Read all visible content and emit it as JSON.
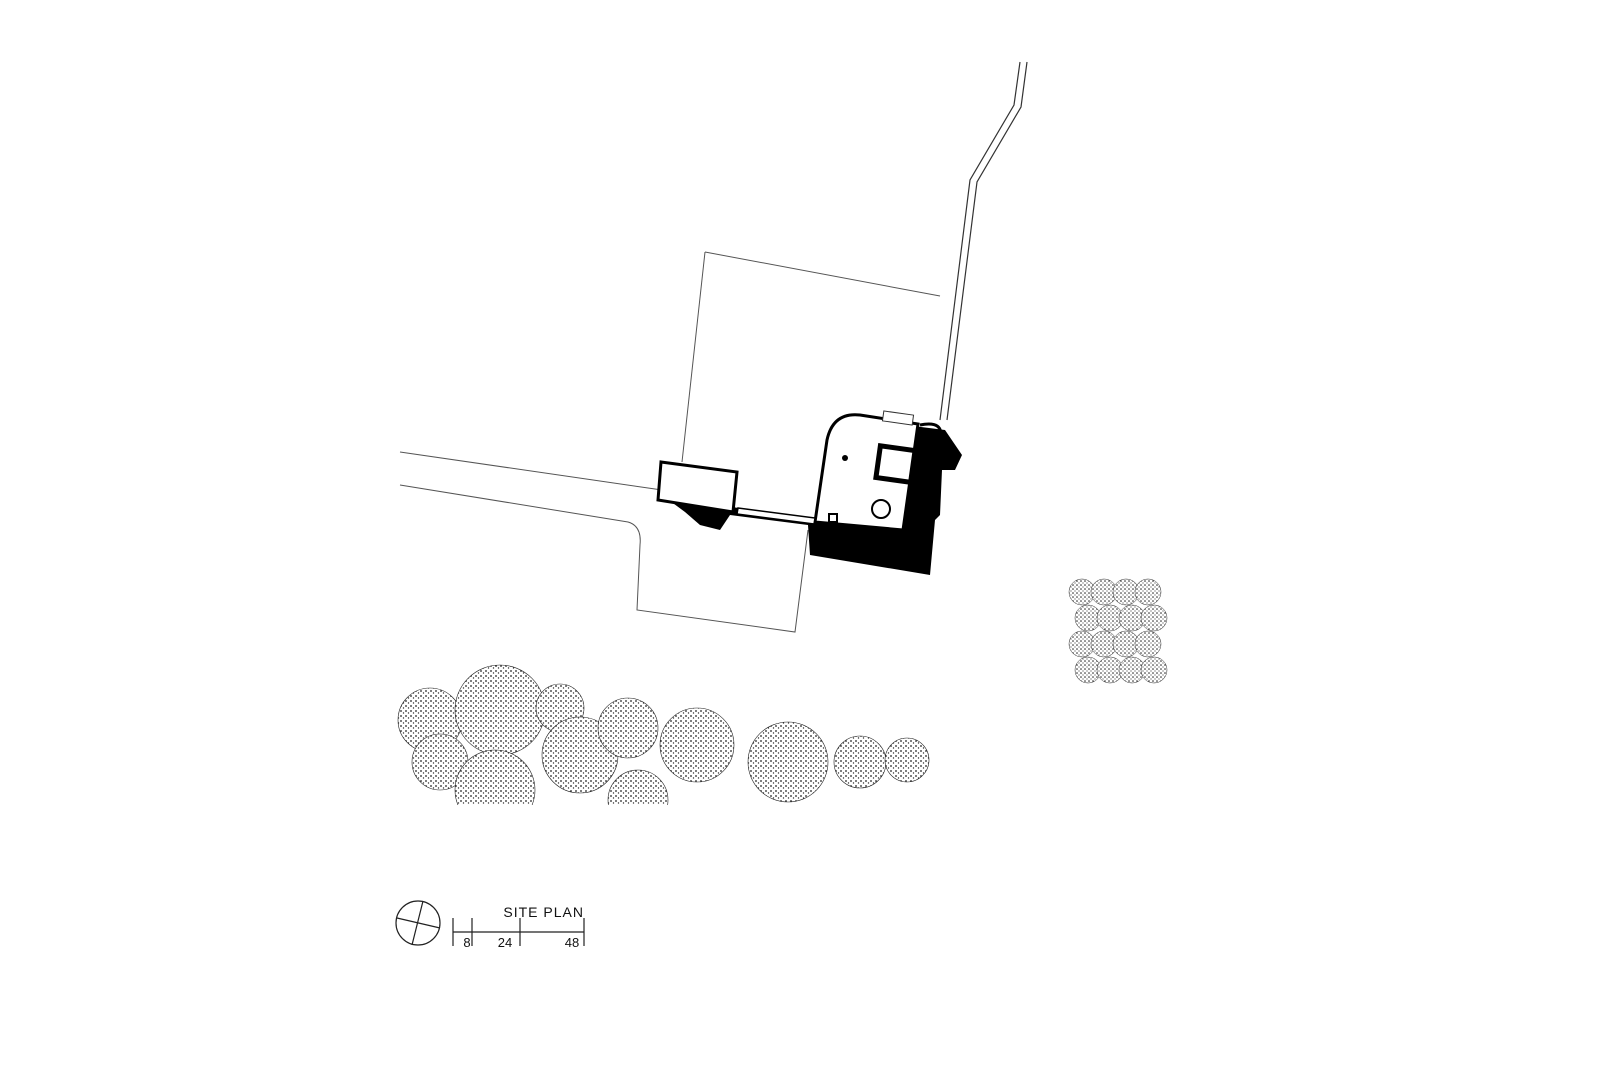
{
  "drawing": {
    "title": "SITE PLAN",
    "scale_labels": [
      "8",
      "24",
      "48"
    ]
  }
}
